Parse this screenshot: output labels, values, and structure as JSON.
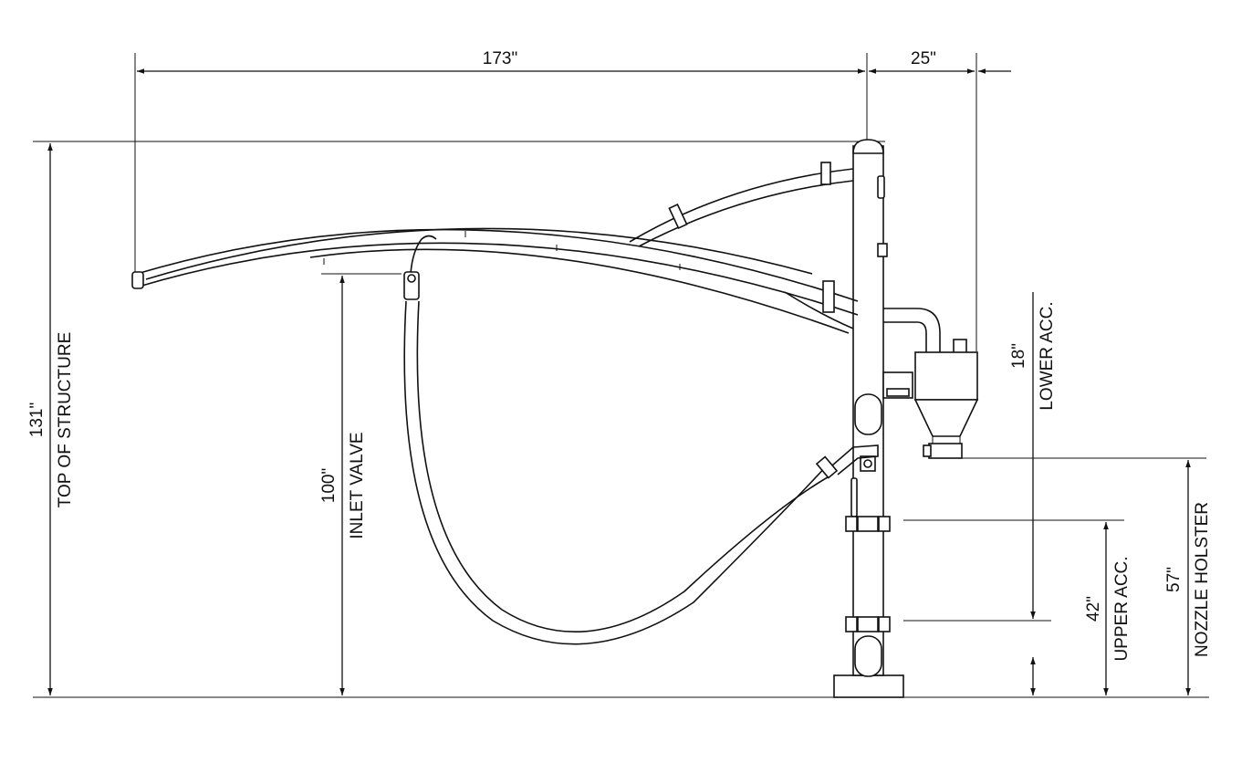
{
  "drawing": {
    "dimensions": {
      "width_overall": "173\"",
      "width_offset": "25\"",
      "height_top_value": "131\"",
      "height_top_label": "TOP OF STRUCTURE",
      "height_inlet_value": "100\"",
      "height_inlet_label": "INLET VALVE",
      "lower_acc_value": "18\"",
      "lower_acc_label": "LOWER ACC.",
      "upper_acc_value": "42\"",
      "upper_acc_label": "UPPER ACC.",
      "nozzle_value": "57\"",
      "nozzle_label": "NOZZLE HOLSTER"
    }
  }
}
